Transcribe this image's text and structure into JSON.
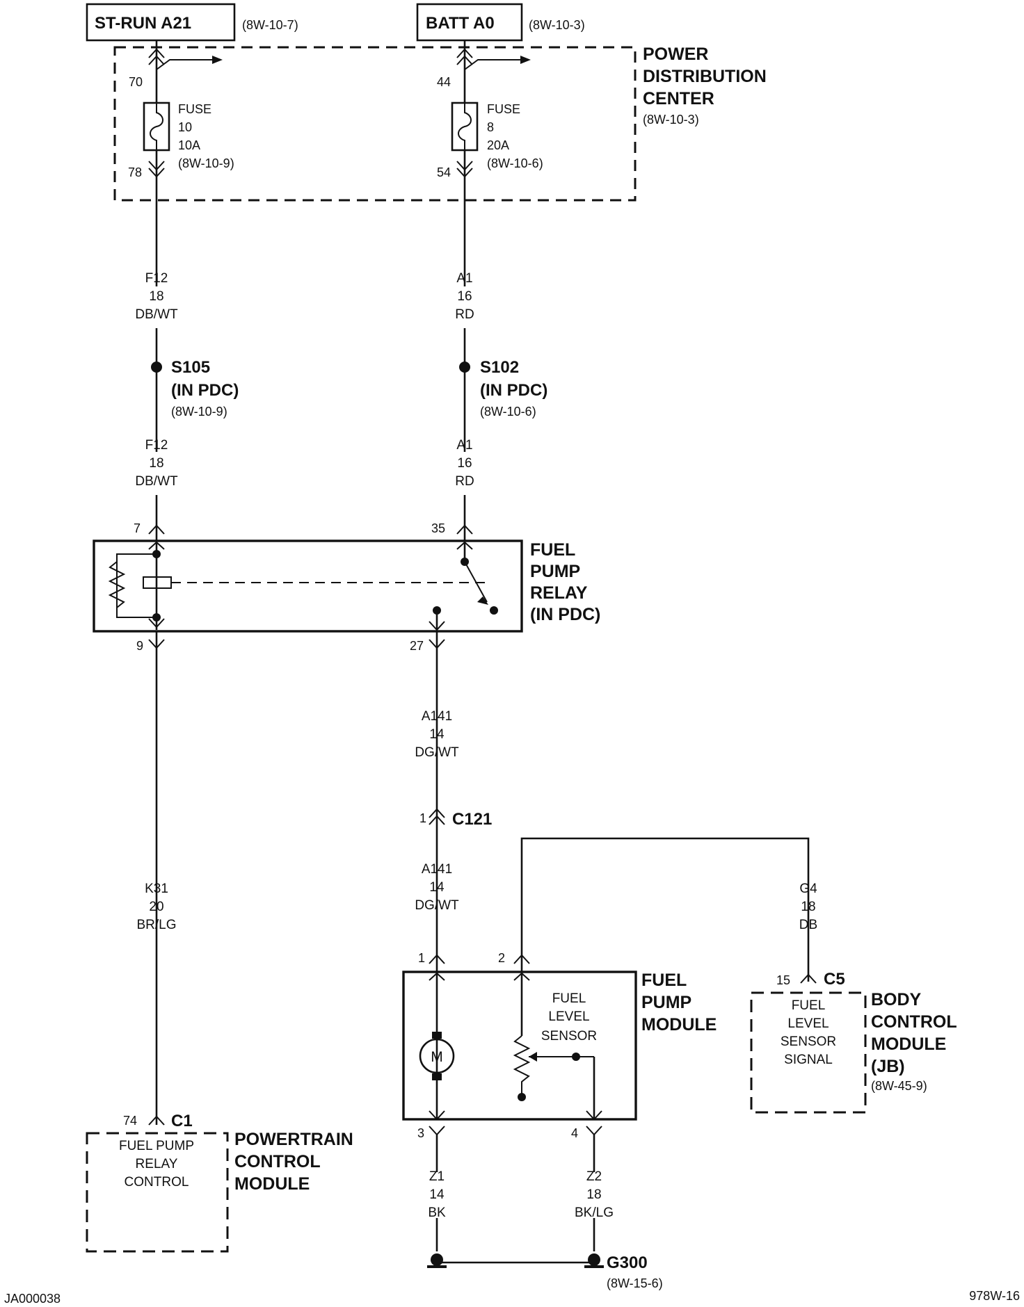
{
  "sources": {
    "st_run": {
      "label": "ST-RUN A21",
      "ref": "(8W-10-7)"
    },
    "batt": {
      "label": "BATT A0",
      "ref": "(8W-10-3)"
    }
  },
  "pdc": {
    "title_lines": [
      "POWER",
      "DISTRIBUTION",
      "CENTER"
    ],
    "ref": "(8W-10-3)"
  },
  "fuse10": {
    "pin_in": "70",
    "pin_out": "78",
    "lines": [
      "FUSE",
      "10",
      "10A",
      "(8W-10-9)"
    ]
  },
  "fuse8": {
    "pin_in": "44",
    "pin_out": "54",
    "lines": [
      "FUSE",
      "8",
      "20A",
      "(8W-10-6)"
    ]
  },
  "wires": {
    "f12_upper": [
      "F12",
      "18",
      "DB/WT"
    ],
    "a1_upper": [
      "A1",
      "16",
      "RD"
    ],
    "f12_lower": [
      "F12",
      "18",
      "DB/WT"
    ],
    "a1_lower": [
      "A1",
      "16",
      "RD"
    ],
    "a141_upper": [
      "A141",
      "14",
      "DG/WT"
    ],
    "a141_lower": [
      "A141",
      "14",
      "DG/WT"
    ],
    "k31": [
      "K31",
      "20",
      "BR/LG"
    ],
    "g4": [
      "G4",
      "18",
      "DB"
    ],
    "z1": [
      "Z1",
      "14",
      "BK"
    ],
    "z2": [
      "Z2",
      "18",
      "BK/LG"
    ]
  },
  "splices": {
    "s105": {
      "name": "S105",
      "loc": "(IN PDC)",
      "ref": "(8W-10-9)"
    },
    "s102": {
      "name": "S102",
      "loc": "(IN PDC)",
      "ref": "(8W-10-6)"
    }
  },
  "relay": {
    "title_lines": [
      "FUEL",
      "PUMP",
      "RELAY",
      "(IN PDC)"
    ],
    "pins": {
      "p7": "7",
      "p35": "35",
      "p9": "9",
      "p27": "27"
    }
  },
  "c121": {
    "name": "C121",
    "pin": "1"
  },
  "fuel_pump_module": {
    "title_lines": [
      "FUEL",
      "PUMP",
      "MODULE"
    ],
    "sensor_lines": [
      "FUEL",
      "LEVEL",
      "SENSOR"
    ],
    "motor": "M",
    "pins": {
      "p1": "1",
      "p2": "2",
      "p3": "3",
      "p4": "4"
    }
  },
  "bcm": {
    "title_lines": [
      "BODY",
      "CONTROL",
      "MODULE",
      "(JB)"
    ],
    "ref": "(8W-45-9)",
    "connector": "C5",
    "pin": "15",
    "inner_lines": [
      "FUEL",
      "LEVEL",
      "SENSOR",
      "SIGNAL"
    ]
  },
  "pcm": {
    "title_lines": [
      "POWERTRAIN",
      "CONTROL",
      "MODULE"
    ],
    "connector": "C1",
    "pin": "74",
    "inner_lines": [
      "FUEL PUMP",
      "RELAY",
      "CONTROL"
    ]
  },
  "ground": {
    "name": "G300",
    "ref": "(8W-15-6)"
  },
  "footer": {
    "left": "JA000038",
    "right": "978W-16"
  }
}
